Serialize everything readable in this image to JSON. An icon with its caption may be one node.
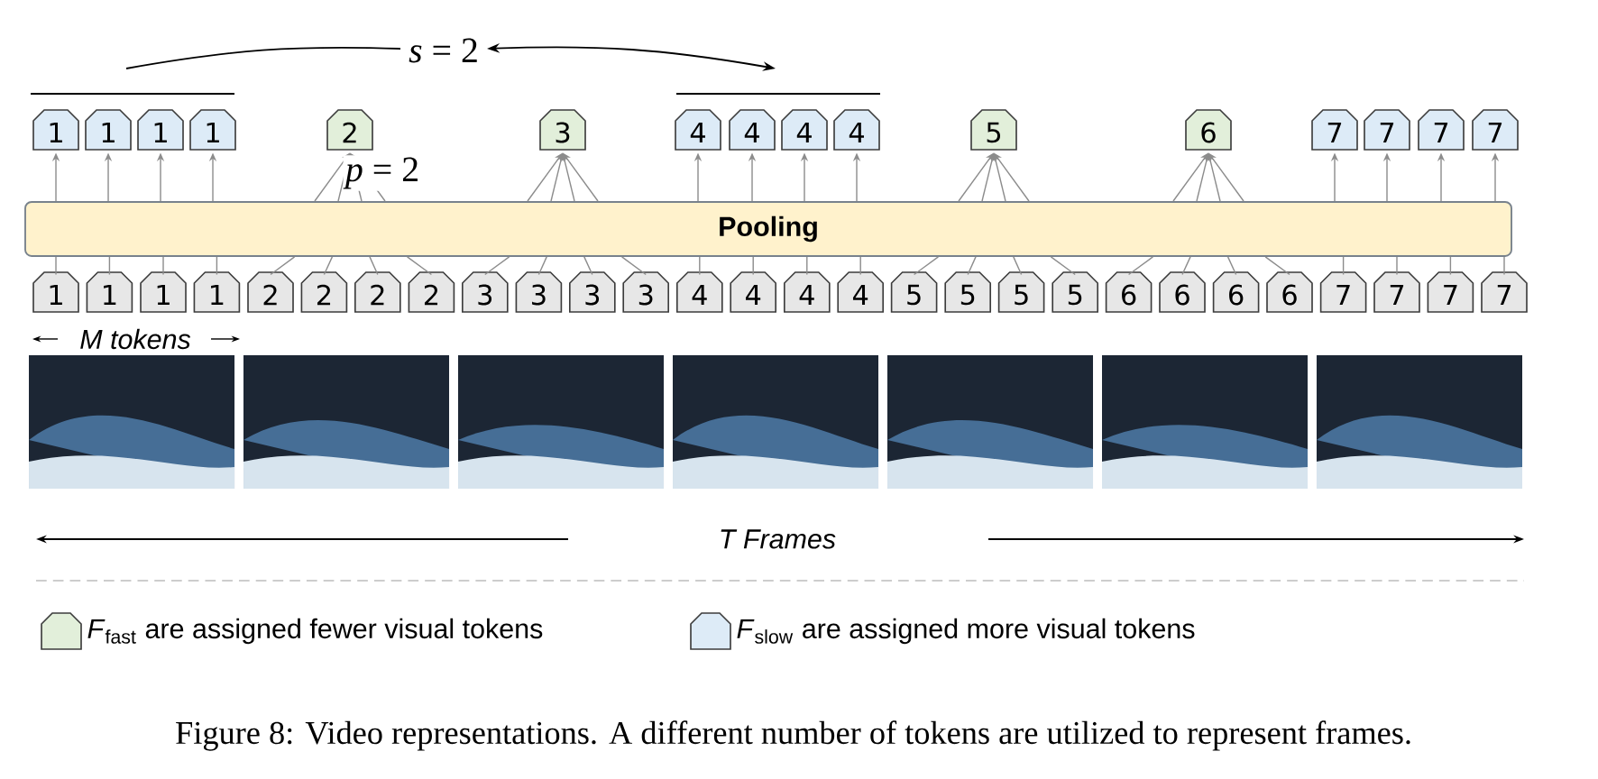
{
  "diagram": {
    "caption": "Figure 8: Video representations. A different number of tokens are utilized to represent frames.",
    "nodes": [
      {
        "text": [
          "1"
        ]
      },
      {
        "text": [
          "1"
        ]
      },
      {
        "text": [
          "1"
        ]
      },
      {
        "text": [
          "1"
        ]
      },
      {
        "text": [
          "2"
        ]
      },
      {
        "text": [
          "3"
        ]
      },
      {
        "text": [
          "4"
        ]
      },
      {
        "text": [
          "4"
        ]
      },
      {
        "text": [
          "4"
        ]
      },
      {
        "text": [
          "4"
        ]
      },
      {
        "text": [
          "5"
        ]
      },
      {
        "text": [
          "6"
        ]
      },
      {
        "text": [
          "7"
        ]
      },
      {
        "text": [
          "7"
        ]
      },
      {
        "text": [
          "7"
        ]
      },
      {
        "text": [
          "7"
        ]
      },
      {
        "text": [
          "Pooling"
        ]
      },
      {
        "text": [
          "1"
        ]
      },
      {
        "text": [
          "1"
        ]
      },
      {
        "text": [
          "1"
        ]
      },
      {
        "text": [
          "1"
        ]
      },
      {
        "text": [
          "2"
        ]
      },
      {
        "text": [
          "2"
        ]
      },
      {
        "text": [
          "2"
        ]
      },
      {
        "text": [
          "2"
        ]
      },
      {
        "text": [
          "3"
        ]
      },
      {
        "text": [
          "3"
        ]
      },
      {
        "text": [
          "3"
        ]
      },
      {
        "text": [
          "3"
        ]
      },
      {
        "text": [
          "4"
        ]
      },
      {
        "text": [
          "4"
        ]
      },
      {
        "text": [
          "4"
        ]
      },
      {
        "text": [
          "4"
        ]
      },
      {
        "text": [
          "5"
        ]
      },
      {
        "text": [
          "5"
        ]
      },
      {
        "text": [
          "5"
        ]
      },
      {
        "text": [
          "5"
        ]
      },
      {
        "text": [
          "6"
        ]
      },
      {
        "text": [
          "6"
        ]
      },
      {
        "text": [
          "6"
        ]
      },
      {
        "text": [
          "6"
        ]
      },
      {
        "text": [
          "7"
        ]
      },
      {
        "text": [
          "7"
        ]
      },
      {
        "text": [
          "7"
        ]
      },
      {
        "text": [
          "7"
        ]
      },
      {
        "text": [],
        "shape": "picture"
      },
      {
        "text": [],
        "shape": "picture"
      },
      {
        "text": [],
        "shape": "picture"
      },
      {
        "text": [],
        "shape": "picture"
      },
      {
        "text": [],
        "shape": "picture"
      },
      {
        "text": [],
        "shape": "picture"
      },
      {
        "text": [],
        "shape": "picture"
      }
    ],
    "edges": [
      {
        "from": 17,
        "to": 16,
        "arrow": "none"
      },
      {
        "from": 18,
        "to": 16,
        "arrow": "none"
      },
      {
        "from": 19,
        "to": 16,
        "arrow": "none"
      },
      {
        "from": 20,
        "to": 16,
        "arrow": "none"
      },
      {
        "from": 21,
        "to": 16,
        "arrow": "none"
      },
      {
        "from": 22,
        "to": 16,
        "arrow": "none"
      },
      {
        "from": 23,
        "to": 16,
        "arrow": "none"
      },
      {
        "from": 24,
        "to": 16,
        "arrow": "none"
      },
      {
        "from": 25,
        "to": 16,
        "arrow": "none"
      },
      {
        "from": 26,
        "to": 16,
        "arrow": "none"
      },
      {
        "from": 27,
        "to": 16,
        "arrow": "none"
      },
      {
        "from": 28,
        "to": 16,
        "arrow": "none"
      },
      {
        "from": 29,
        "to": 16,
        "arrow": "none"
      },
      {
        "from": 30,
        "to": 16,
        "arrow": "none"
      },
      {
        "from": 31,
        "to": 16,
        "arrow": "none"
      },
      {
        "from": 32,
        "to": 16,
        "arrow": "none"
      },
      {
        "from": 33,
        "to": 16,
        "arrow": "none"
      },
      {
        "from": 34,
        "to": 16,
        "arrow": "none"
      },
      {
        "from": 35,
        "to": 16,
        "arrow": "none"
      },
      {
        "from": 36,
        "to": 16,
        "arrow": "none"
      },
      {
        "from": 37,
        "to": 16,
        "arrow": "none"
      },
      {
        "from": 38,
        "to": 16,
        "arrow": "none"
      },
      {
        "from": 39,
        "to": 16,
        "arrow": "none"
      },
      {
        "from": 40,
        "to": 16,
        "arrow": "none"
      },
      {
        "from": 41,
        "to": 16,
        "arrow": "none"
      },
      {
        "from": 42,
        "to": 16,
        "arrow": "none"
      },
      {
        "from": 43,
        "to": 16,
        "arrow": "none"
      },
      {
        "from": 44,
        "to": 16,
        "arrow": "none"
      },
      {
        "from": 16,
        "to": 0,
        "arrow": "to"
      },
      {
        "from": 16,
        "to": 1,
        "arrow": "to"
      },
      {
        "from": 16,
        "to": 2,
        "arrow": "to"
      },
      {
        "from": 16,
        "to": 3,
        "arrow": "to"
      },
      {
        "from": 16,
        "to": 4,
        "arrow": "to"
      },
      {
        "from": 16,
        "to": 4,
        "arrow": "to"
      },
      {
        "from": 16,
        "to": 4,
        "arrow": "to"
      },
      {
        "from": 16,
        "to": 4,
        "arrow": "to"
      },
      {
        "from": 16,
        "to": 5,
        "arrow": "to"
      },
      {
        "from": 16,
        "to": 5,
        "arrow": "to"
      },
      {
        "from": 16,
        "to": 5,
        "arrow": "to"
      },
      {
        "from": 16,
        "to": 5,
        "arrow": "to"
      },
      {
        "from": 16,
        "to": 6,
        "arrow": "to"
      },
      {
        "from": 16,
        "to": 7,
        "arrow": "to"
      },
      {
        "from": 16,
        "to": 8,
        "arrow": "to"
      },
      {
        "from": 16,
        "to": 9,
        "arrow": "to"
      },
      {
        "from": 16,
        "to": 10,
        "arrow": "to"
      },
      {
        "from": 16,
        "to": 10,
        "arrow": "to"
      },
      {
        "from": 16,
        "to": 10,
        "arrow": "to"
      },
      {
        "from": 16,
        "to": 10,
        "arrow": "to"
      },
      {
        "from": 16,
        "to": 11,
        "arrow": "to"
      },
      {
        "from": 16,
        "to": 11,
        "arrow": "to"
      },
      {
        "from": 16,
        "to": 11,
        "arrow": "to"
      },
      {
        "from": 16,
        "to": 11,
        "arrow": "to"
      },
      {
        "from": 16,
        "to": 12,
        "arrow": "to"
      },
      {
        "from": 16,
        "to": 13,
        "arrow": "to"
      },
      {
        "from": 16,
        "to": 14,
        "arrow": "to"
      },
      {
        "from": 16,
        "to": 15,
        "arrow": "to"
      }
    ],
    "labels": [
      "*s* = 2",
      "*p* = 2",
      "M tokens",
      "T Frames"
    ],
    "legend": [
      {
        "text": "*F*$_{fast}$ are assigned fewer visual tokens"
      },
      {
        "text": "*F*$_{slow}$ are assigned more visual tokens"
      }
    ]
  }
}
